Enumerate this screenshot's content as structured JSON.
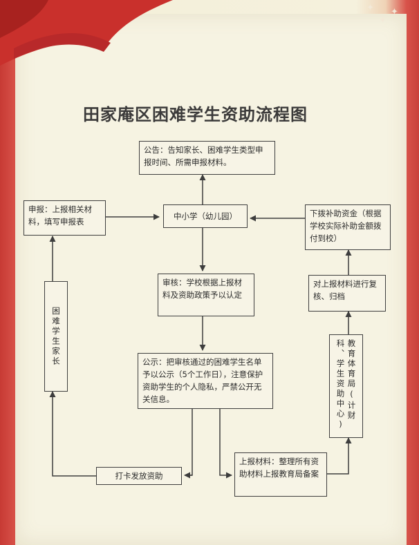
{
  "title": "田家庵区困难学生资助流程图",
  "nodes": {
    "announce": "公告：告知家长、困难学生类型申报时间、所需申报材料。",
    "apply": "申报：上报相关材料，填写申报表",
    "school": "中小学（幼儿园）",
    "funds": "下拨补助资金（根据学校实际补助金额拨付到校）",
    "review": "审核：学校根据上报材料及资助政策予以认定",
    "report_review": "对上报材料进行复核、归档",
    "parents": "困难学生家长",
    "education_bureau": "教育体育局(计财科、学生资助中心)",
    "publicity": "公示：把审核通过的困难学生名单予以公示（5个工作日），注意保护资助学生的个人隐私，严禁公开无关信息。",
    "payment": "打卡发放资助",
    "submit": "上报材料：整理所有资助材料上报教育局备案"
  },
  "colors": {
    "ribbon": "#c9302c",
    "paper": "#f6f3e2",
    "line": "#3d3d3d"
  }
}
